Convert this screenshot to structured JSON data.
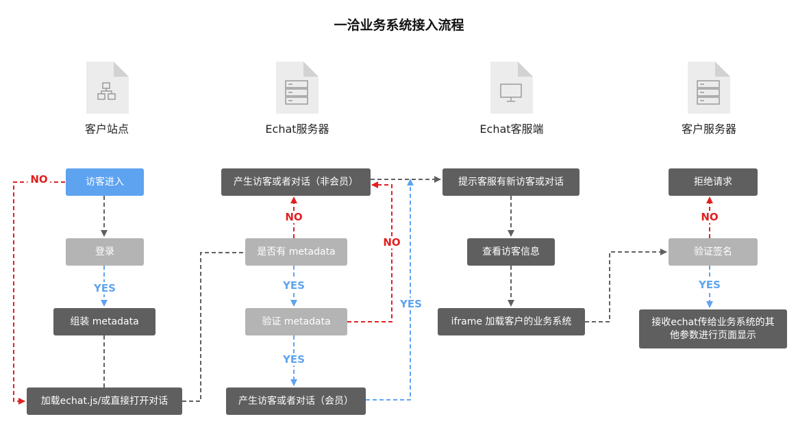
{
  "title": "一洽业务系统接入流程",
  "columns": [
    {
      "label": "客户站点",
      "icon": "sitemap-icon"
    },
    {
      "label": "Echat服务器",
      "icon": "server-icon"
    },
    {
      "label": "Echat客服端",
      "icon": "monitor-icon"
    },
    {
      "label": "客户服务器",
      "icon": "server-icon"
    }
  ],
  "nodes": {
    "visitor_enter": "访客进入",
    "login": "登录",
    "assemble_metadata": "组装 metadata",
    "load_echat": "加载echat.js/或直接打开对话",
    "create_nonmember": "产生访客或者对话（非会员）",
    "has_metadata": "是否有 metadata",
    "verify_metadata": "验证 metadata",
    "create_member": "产生访客或者对话（会员）",
    "notify_agent": "提示客服有新访客或对话",
    "view_visitor": "查看访客信息",
    "iframe_load": "iframe 加载客户的业务系统",
    "reject": "拒绝请求",
    "verify_sign": "验证签名",
    "receive_params": "接收echat传给业务系统的其他参数进行页面显示"
  },
  "edge_labels": {
    "no_left": "NO",
    "yes_login": "YES",
    "no_has_metadata": "NO",
    "yes_has_metadata": "YES",
    "no_verify": "NO",
    "yes_verify": "YES",
    "yes_member": "YES",
    "no_sign": "NO",
    "yes_sign": "YES"
  },
  "colors": {
    "dark_box": "#5f5f5f",
    "light_box": "#b4b4b4",
    "blue_box": "#5ea3f0",
    "no_line": "#e02020",
    "yes_line": "#5ea3f0",
    "flow_line": "#5f5f5f"
  }
}
